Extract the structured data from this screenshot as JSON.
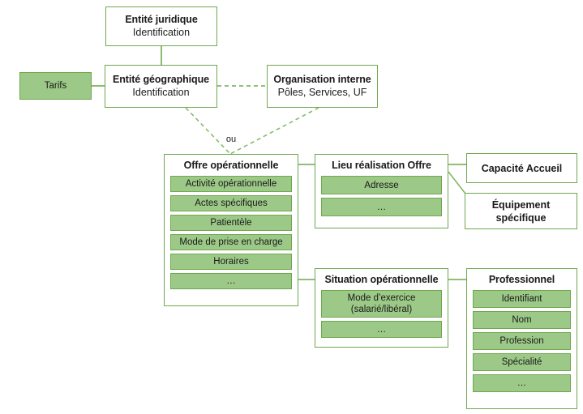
{
  "diagram": {
    "title_hidden": "",
    "colors": {
      "border_green": "#6FA84E",
      "fill_green": "#9CC987",
      "text": "#1a1a1a",
      "background": "#ffffff"
    },
    "connector_label_ou": "ou",
    "nodes": {
      "entite_juridique": {
        "title": "Entité juridique",
        "subtitle": "Identification"
      },
      "entite_geographique": {
        "title": "Entité géographique",
        "subtitle": "Identification"
      },
      "organisation_interne": {
        "title": "Organisation interne",
        "subtitle": "Pôles, Services, UF"
      },
      "tarifs": {
        "title": "Tarifs"
      },
      "offre_operationnelle": {
        "title": "Offre opérationnelle",
        "attributes": [
          "Activité opérationnelle",
          "Actes spécifiques",
          "Patientèle",
          "Mode de prise en charge",
          "Horaires",
          "…"
        ]
      },
      "lieu_realisation_offre": {
        "title": "Lieu réalisation Offre",
        "attributes": [
          "Adresse",
          "…"
        ]
      },
      "capacite_accueil": {
        "title": "Capacité Accueil"
      },
      "equipement_specifique": {
        "title_line1": "Équipement",
        "title_line2": "spécifique"
      },
      "situation_operationnelle": {
        "title": "Situation opérationnelle",
        "attributes": [
          {
            "line1": "Mode d’exercice",
            "line2": "(salarié/libéral)"
          },
          {
            "line1": "…",
            "line2": ""
          }
        ]
      },
      "professionnel": {
        "title": "Professionnel",
        "attributes": [
          "Identifiant",
          "Nom",
          "Profession",
          "Spécialité",
          "…"
        ]
      }
    }
  }
}
